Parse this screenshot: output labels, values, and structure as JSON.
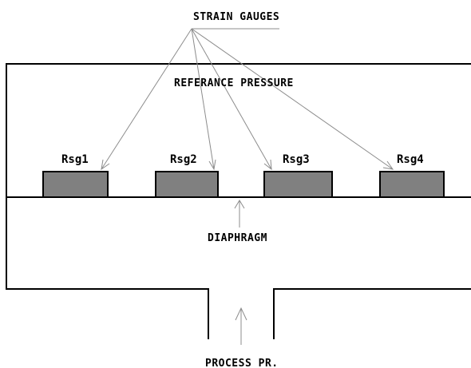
{
  "labels": {
    "strain_gauges": "STRAIN GAUGES",
    "reference_pressure": "REFERANCE PRESSURE",
    "diaphragm": "DIAPHRAGM",
    "process_pressure": "PROCESS PR."
  },
  "gauges": [
    {
      "label": "Rsg1"
    },
    {
      "label": "Rsg2"
    },
    {
      "label": "Rsg3"
    },
    {
      "label": "Rsg4"
    }
  ],
  "colors": {
    "gauge_fill": "#808080",
    "line": "#000000",
    "leader_line": "#8c8c8c",
    "background": "#ffffff"
  }
}
